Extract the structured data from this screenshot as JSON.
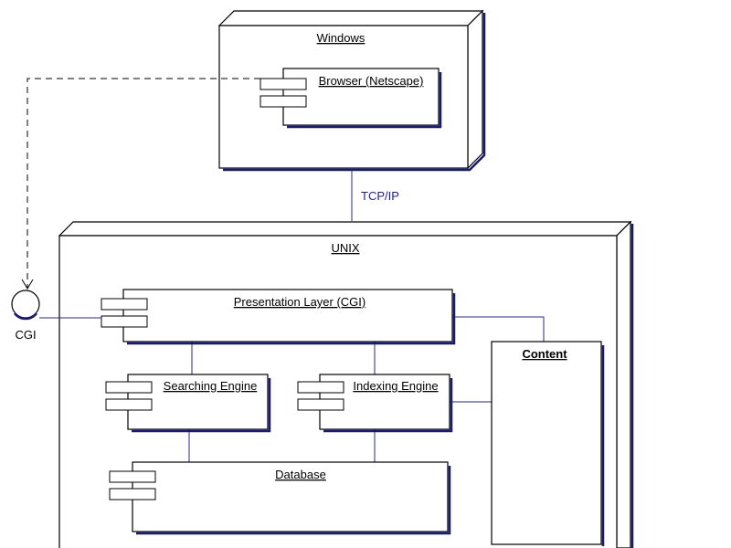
{
  "nodes": {
    "windows": {
      "label": "Windows"
    },
    "unix": {
      "label": "UNIX"
    }
  },
  "components": {
    "browser": {
      "label": "Browser (Netscape)"
    },
    "presentation": {
      "label": "Presentation Layer (CGI)"
    },
    "searching": {
      "label": "Searching Engine"
    },
    "indexing": {
      "label": "Indexing Engine"
    },
    "database": {
      "label": "Database"
    },
    "content": {
      "label": "Content"
    }
  },
  "connections": {
    "tcpip": {
      "label": "TCP/IP"
    }
  },
  "interface": {
    "cgi": {
      "label": "CGI"
    }
  },
  "colors": {
    "connector": "#2a2a8a",
    "shadow": "#1a1a6e"
  }
}
